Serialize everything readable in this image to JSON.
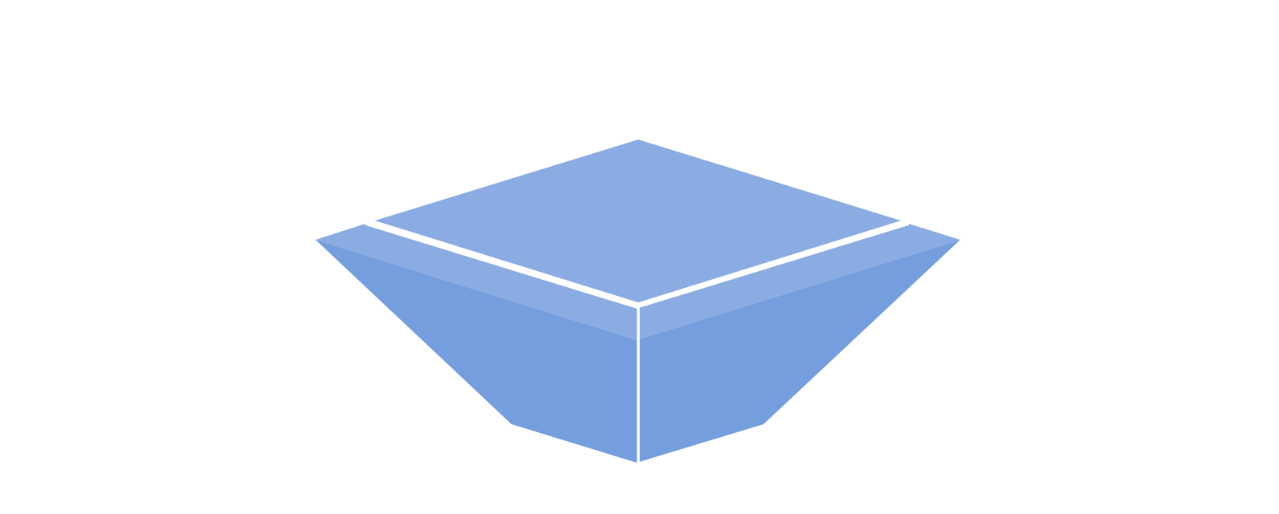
{
  "colors": {
    "background": "#ffffff",
    "light_face": "#8aace2",
    "shadow_face": "#749edd",
    "divider_line": "#ffffff"
  },
  "shape": {
    "kind": "isometric-frustum",
    "faces": [
      "top-face",
      "left-rim-face",
      "right-rim-face",
      "left-side-face",
      "right-side-face"
    ]
  }
}
